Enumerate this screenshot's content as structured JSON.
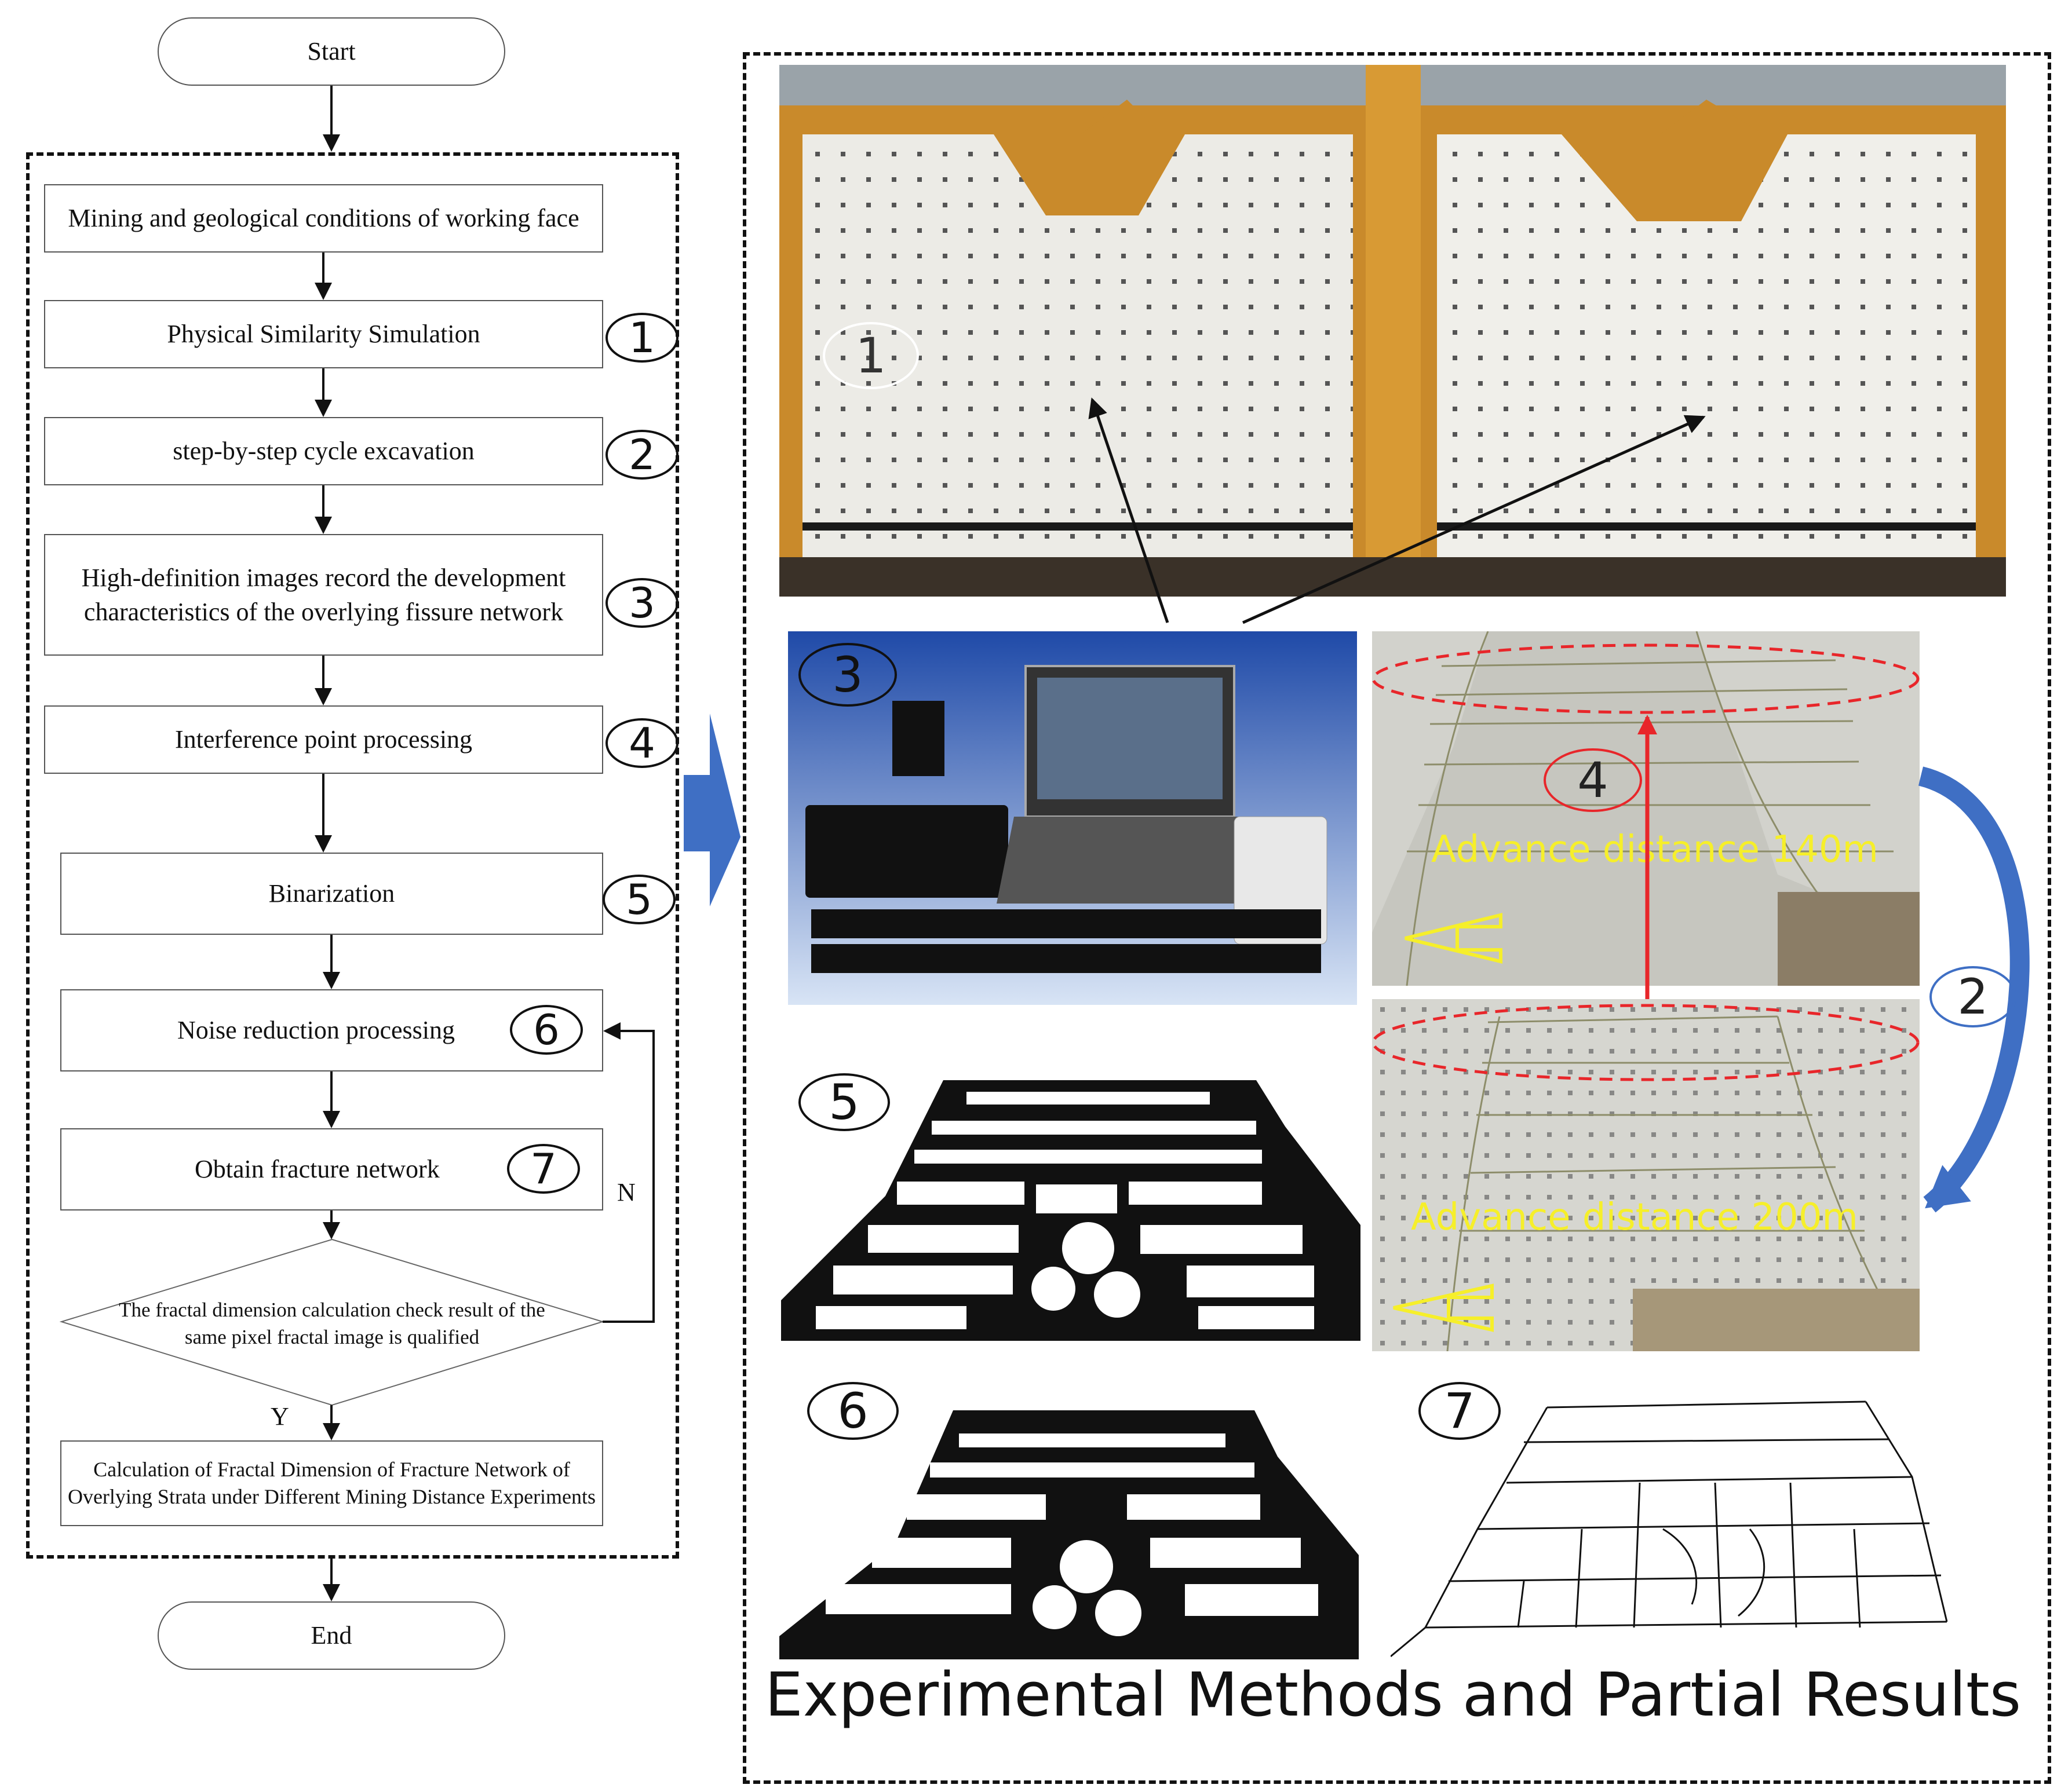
{
  "flowchart": {
    "start": "Start",
    "end": "End",
    "steps": [
      {
        "text": "Mining and geological conditions of working face",
        "badge": ""
      },
      {
        "text": "Physical Similarity Simulation",
        "badge": "1"
      },
      {
        "text": "step-by-step cycle excavation",
        "badge": "2"
      },
      {
        "text": "High-definition images record the development characteristics of the overlying fissure network",
        "badge": "3"
      },
      {
        "text": "Interference point processing",
        "badge": "4"
      },
      {
        "text": "Binarization",
        "badge": "5"
      },
      {
        "text": "Noise reduction processing",
        "badge": "6"
      },
      {
        "text": "Obtain fracture network",
        "badge": "7"
      }
    ],
    "decision": "The fractal dimension calculation check result of the same pixel fractal image is qualified",
    "no_label": "N",
    "yes_label": "Y",
    "final": "Calculation of Fractal Dimension of Fracture Network of Overlying Strata under Different Mining Distance Experiments"
  },
  "panel": {
    "title": "Experimental Methods and Partial Results",
    "badges": [
      "1",
      "2",
      "3",
      "4",
      "5",
      "6",
      "7"
    ],
    "advance_top": "Advance distance 140m",
    "advance_bottom": "Advance distance 200m"
  },
  "colors": {
    "model_frame": "#c98a2b",
    "blue_arrow": "#3f6fc4",
    "red_dash": "#e8262a",
    "yellow_text": "#f6ef2a"
  }
}
